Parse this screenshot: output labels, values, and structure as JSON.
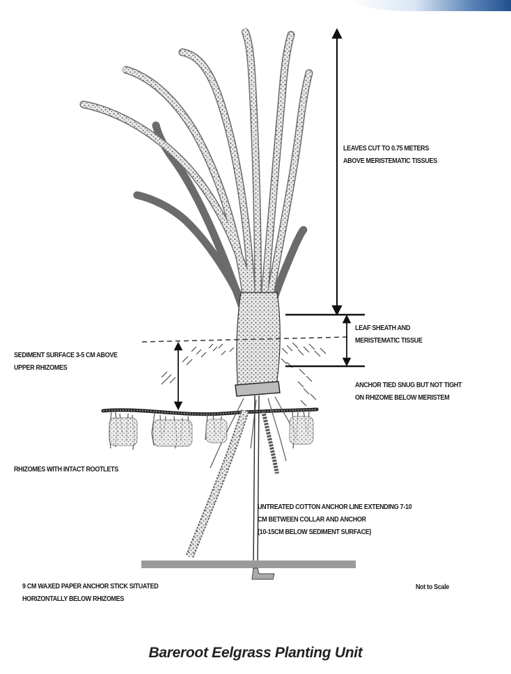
{
  "diagram": {
    "labels": {
      "leaves": [
        "LEAVES CUT TO 0.75 METERS",
        "ABOVE MERISTEMATIC TISSUES"
      ],
      "sheath": [
        "LEAF SHEATH AND",
        "MERISTEMATIC TISSUE"
      ],
      "sediment": [
        "SEDIMENT SURFACE 3-5 CM ABOVE",
        "UPPER RHIZOMES"
      ],
      "anchor_tie": [
        "ANCHOR TIED SNUG BUT NOT TIGHT",
        "ON RHIZOME BELOW MERISTEM"
      ],
      "rhizomes": "RHIZOMES WITH INTACT ROOTLETS",
      "anchor_line": [
        "UNTREATED COTTON ANCHOR LINE EXTENDING 7-10",
        "CM BETWEEN COLLAR AND ANCHOR",
        "(10-15CM BELOW SEDIMENT SURFACE)"
      ],
      "stick": [
        "9 CM WAXED PAPER ANCHOR STICK SITUATED",
        "HORIZONTALLY BELOW RHIZOMES"
      ],
      "scale": "Not to Scale"
    },
    "caption": "Bareroot Eelgrass Planting Unit"
  },
  "colors": {
    "ink": "#1a1a1a",
    "stick": "#9a9a9a",
    "leaf_fill": "#d8d8d8",
    "corner_band": "#1f4f8c"
  }
}
